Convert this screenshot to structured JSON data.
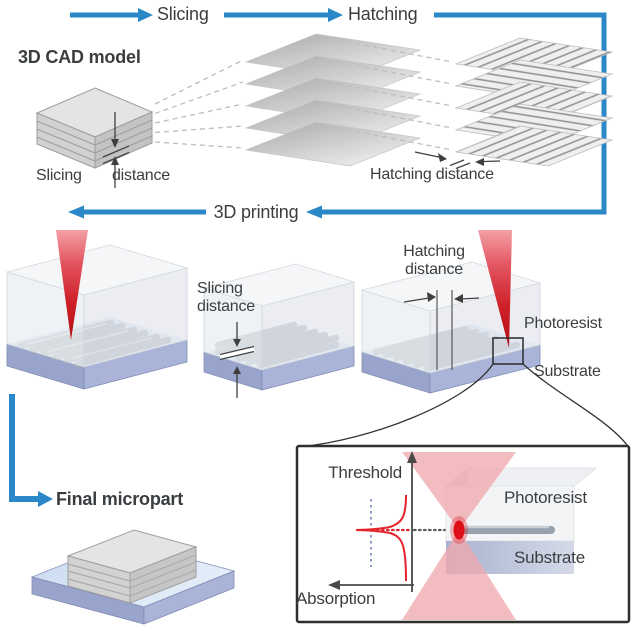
{
  "colors": {
    "arrow_blue": "#2a87c8",
    "laser_red": "#c41a22",
    "cone_pink": "#f0a9ae",
    "focal_red": "#dd1018",
    "curve_red": "#e4242b",
    "threshold_dash_blue": "#8b9cc8",
    "substrate_front": "#98a4cc",
    "substrate_top": "#d5e3f3",
    "rod_gray": "#a4aab4",
    "text": "#3b3e41"
  },
  "top_flow": {
    "slicing": "Slicing",
    "hatching": "Hatching",
    "printing": "3D printing"
  },
  "cad_model": {
    "label": "3D CAD model",
    "slicing_distance": "Slicing distance",
    "hatching_distance": "Hatching distance"
  },
  "printing_row": {
    "slicing_distance": "Slicing distance",
    "hatching_distance": "Hatching distance",
    "photoresist": "Photoresist",
    "substrate": "Substrate"
  },
  "final_part": {
    "label": "Final micropart"
  },
  "inset": {
    "threshold": "Threshold",
    "absorption": "Absorption",
    "photoresist": "Photoresist",
    "substrate": "Substrate"
  }
}
